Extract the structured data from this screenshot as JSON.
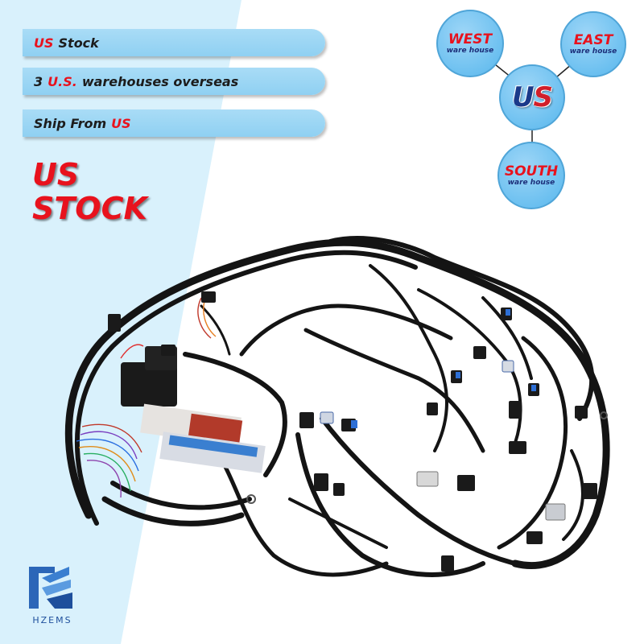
{
  "banners": [
    {
      "red": "US",
      "text": "Stock"
    },
    {
      "pre": "3",
      "red": "U.S.",
      "text": "warehouses overseas"
    },
    {
      "pre": "Ship From",
      "red": "US"
    }
  ],
  "headline": {
    "line1": "US",
    "line2": "STOCK"
  },
  "warehouses": {
    "west": {
      "name": "WEST",
      "sub": "ware house"
    },
    "east": {
      "name": "EAST",
      "sub": "ware house"
    },
    "south": {
      "name": "SOUTH",
      "sub": "ware house"
    },
    "center": {
      "u": "U",
      "s": "S"
    }
  },
  "logo": {
    "text": "HZEMS"
  },
  "colors": {
    "accent_red": "#e8121d",
    "banner_blue": "#9fd8f5",
    "circle_blue": "#6cc0f0",
    "wire_black": "#141414"
  },
  "icons": [
    "wiring-harness-image",
    "us-flag-icon",
    "hzems-logo-icon"
  ]
}
